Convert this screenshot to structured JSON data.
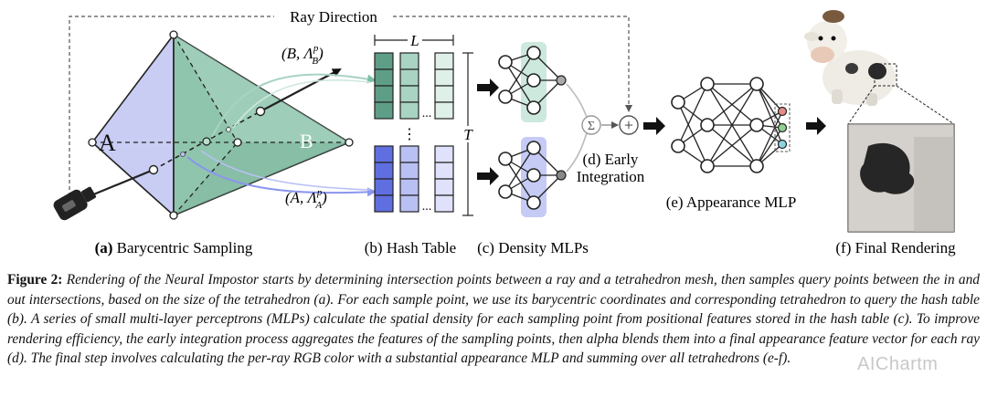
{
  "figure": {
    "ray_direction_label": "Ray Direction",
    "label_A": "A",
    "label_B": "B",
    "point_B_label_base": "(B, Λ",
    "point_B_label_sup": "p",
    "point_B_label_sub": "B",
    "point_A_label_base": "(A, Λ",
    "point_A_label_sup": "p",
    "point_A_label_sub": "A",
    "hash_L": "L",
    "hash_T": "T",
    "hash_dots": "...",
    "hash_vdots": "⋮",
    "sum_symbol": "Σ",
    "plus_symbol": "+",
    "early_integration_line1": "(d) Early",
    "early_integration_line2": "Integration",
    "caption_a_bold": "(a)",
    "caption_a_text": " Barycentric Sampling",
    "caption_b": "(b) Hash Table",
    "caption_c": "(c) Density MLPs",
    "caption_e": "(e) Appearance MLP",
    "caption_f": "(f) Final Rendering",
    "colors": {
      "green": "#5e9e86",
      "green_light": "#a9d3c2",
      "green_pale": "#dff0e8",
      "blue": "#5f6fe0",
      "blue_light": "#b9c0f3",
      "blue_pale": "#dfe2fa",
      "tetra_left": "#c9ccf3",
      "tetra_right": "#8fc5ad"
    }
  },
  "caption": {
    "lead": "Figure 2:",
    "body": " Rendering of the Neural Impostor starts by determining intersection points between a ray and a tetrahedron mesh, then samples query points between the in and out intersections, based on the size of the tetrahedron (a). For each sample point, we use its barycentric coordinates and corresponding tetrahedron to query the hash table (b). A series of small multi-layer perceptrons (MLPs) calculate the spatial density for each sampling point from positional features stored in the hash table (c). To improve rendering efficiency, the early integration process aggregates the features of the sampling points, then alpha blends them into a final appearance feature vector for each ray (d). The final step involves calculating the per-ray RGB color with a substantial appearance MLP and summing over all tetrahedrons (e-f)."
  },
  "watermark": "AIChartm"
}
